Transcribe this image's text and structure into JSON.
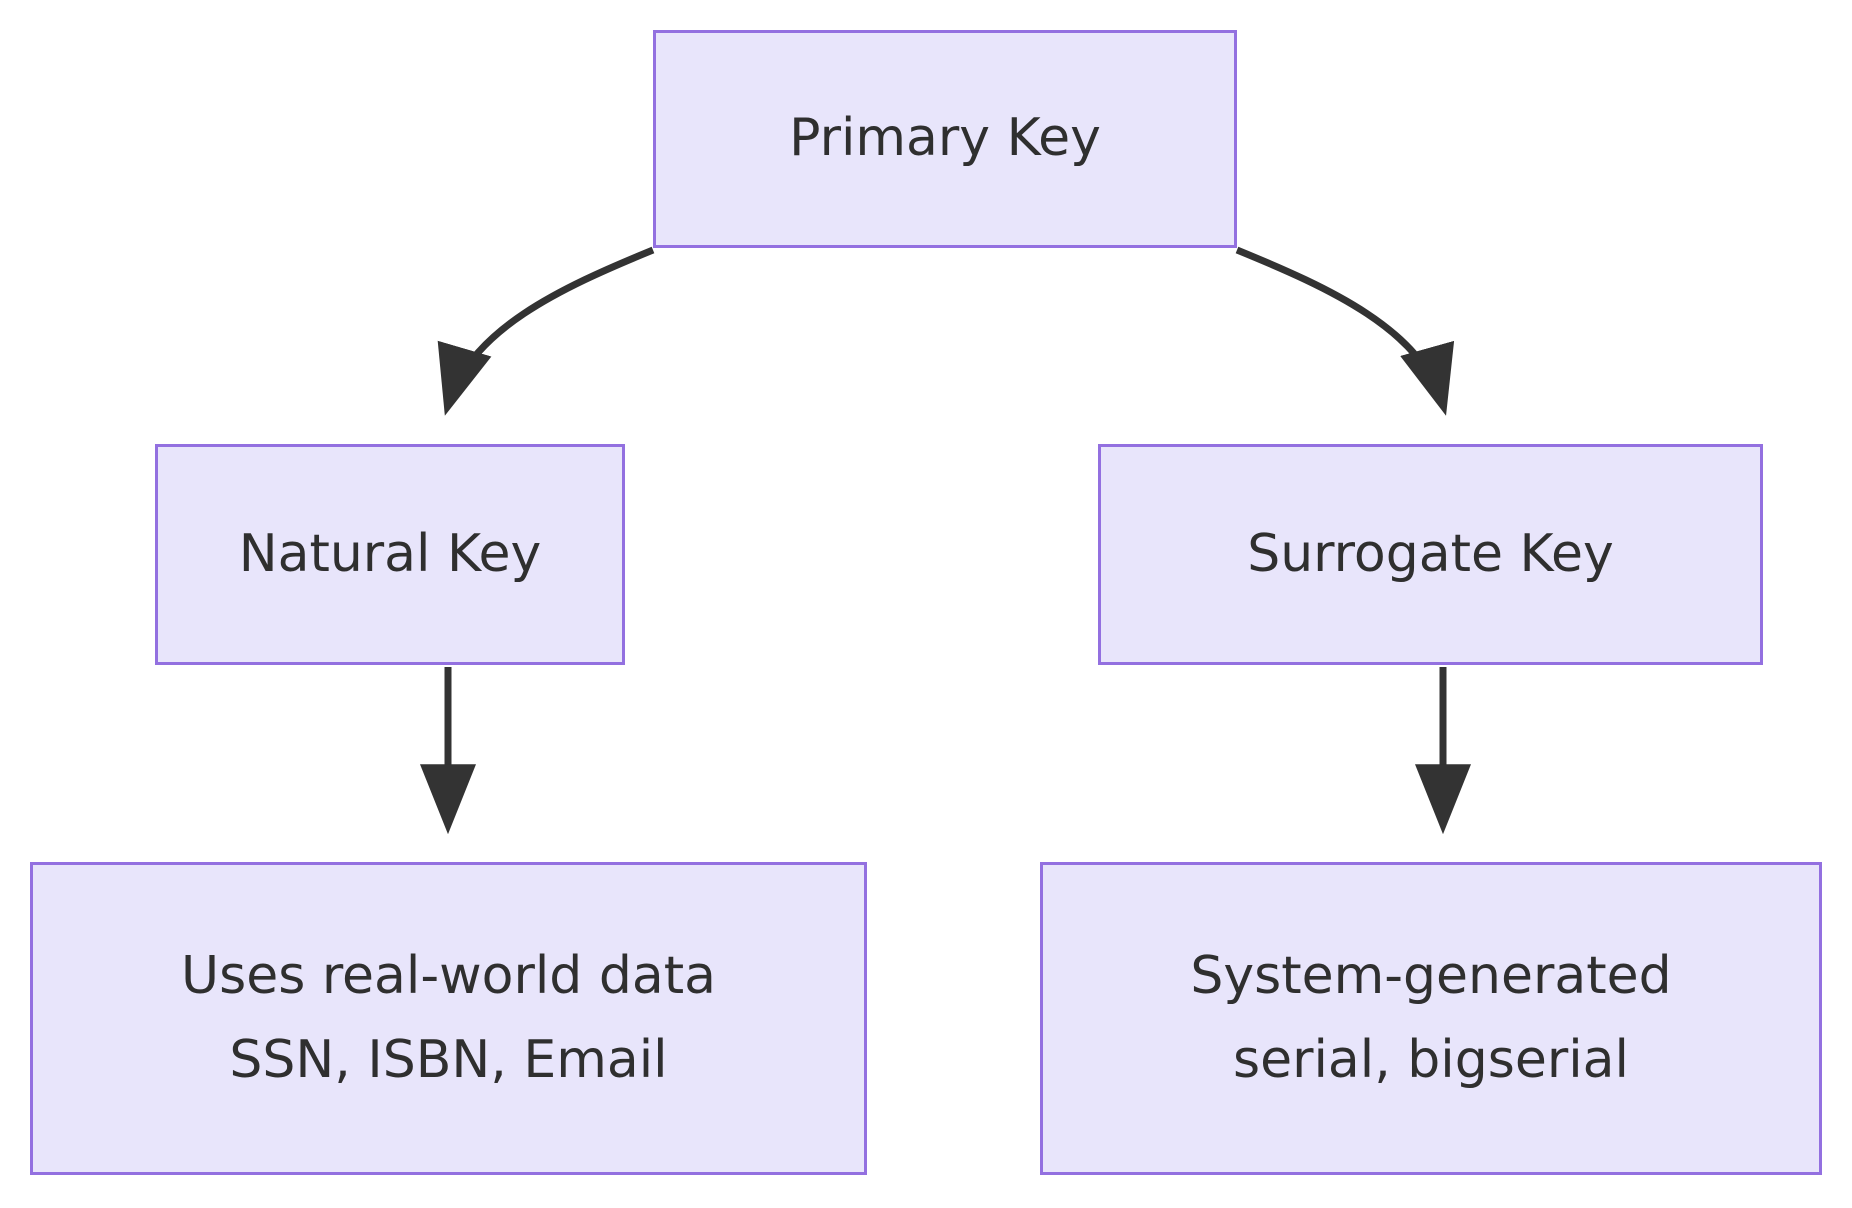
{
  "diagram": {
    "type": "flowchart",
    "direction": "top-down",
    "background_color": "#ffffff",
    "node_fill_color": "#e8e5fb",
    "node_border_color": "#9370e0",
    "node_text_color": "#2f2f2f",
    "edge_color": "#333333",
    "nodes": [
      {
        "id": "primary-key",
        "label": "Primary Key",
        "lines": [
          "Primary Key"
        ]
      },
      {
        "id": "natural-key",
        "label": "Natural Key",
        "lines": [
          "Natural Key"
        ]
      },
      {
        "id": "surrogate-key",
        "label": "Surrogate Key",
        "lines": [
          "Surrogate Key"
        ]
      },
      {
        "id": "natural-key-detail",
        "label": "Uses real-world data SSN, ISBN, Email",
        "lines": [
          "Uses real-world data",
          "SSN, ISBN, Email"
        ]
      },
      {
        "id": "surrogate-key-detail",
        "label": "System-generated serial, bigserial",
        "lines": [
          "System-generated",
          "serial, bigserial"
        ]
      }
    ],
    "edges": [
      {
        "id": "edge-primary-to-natural",
        "from": "primary-key",
        "to": "natural-key",
        "style": "curved",
        "arrow": "end"
      },
      {
        "id": "edge-primary-to-surrogate",
        "from": "primary-key",
        "to": "surrogate-key",
        "style": "curved",
        "arrow": "end"
      },
      {
        "id": "edge-natural-to-detail",
        "from": "natural-key",
        "to": "natural-key-detail",
        "style": "straight",
        "arrow": "end"
      },
      {
        "id": "edge-surrogate-to-detail",
        "from": "surrogate-key",
        "to": "surrogate-key-detail",
        "style": "straight",
        "arrow": "end"
      }
    ]
  }
}
